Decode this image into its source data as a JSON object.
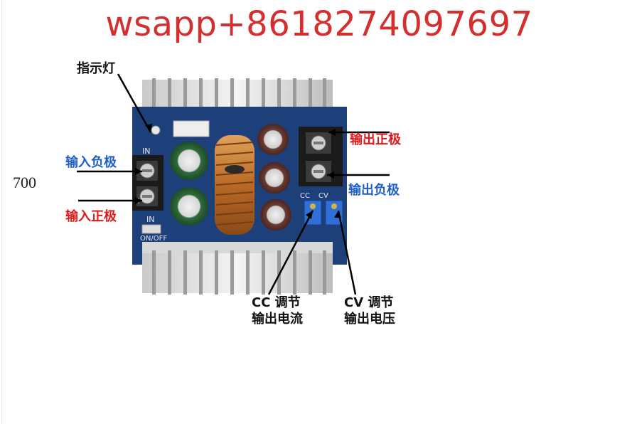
{
  "watermark": {
    "text": "wsapp+8618274097697"
  },
  "side_number": "700",
  "labels": {
    "indicator_light": "指示灯",
    "input_negative": "输入负极",
    "input_positive": "输入正极",
    "output_positive": "输出正极",
    "output_negative": "输出负极",
    "cc_adjust_line1": "CC 调节",
    "cc_adjust_line2": "输出电流",
    "cv_adjust_line1": "CV 调节",
    "cv_adjust_line2": "输出电压"
  },
  "board_markings": {
    "in_top": "IN",
    "in_bottom": "IN",
    "cc": "CC",
    "cv": "CV",
    "on_off": "ON/OFF",
    "plus": "+"
  },
  "colors": {
    "label_red": "#e01818",
    "label_blue": "#1f5fc9",
    "watermark": "#d32f2f",
    "pcb_blue": "#1d3f7a"
  }
}
